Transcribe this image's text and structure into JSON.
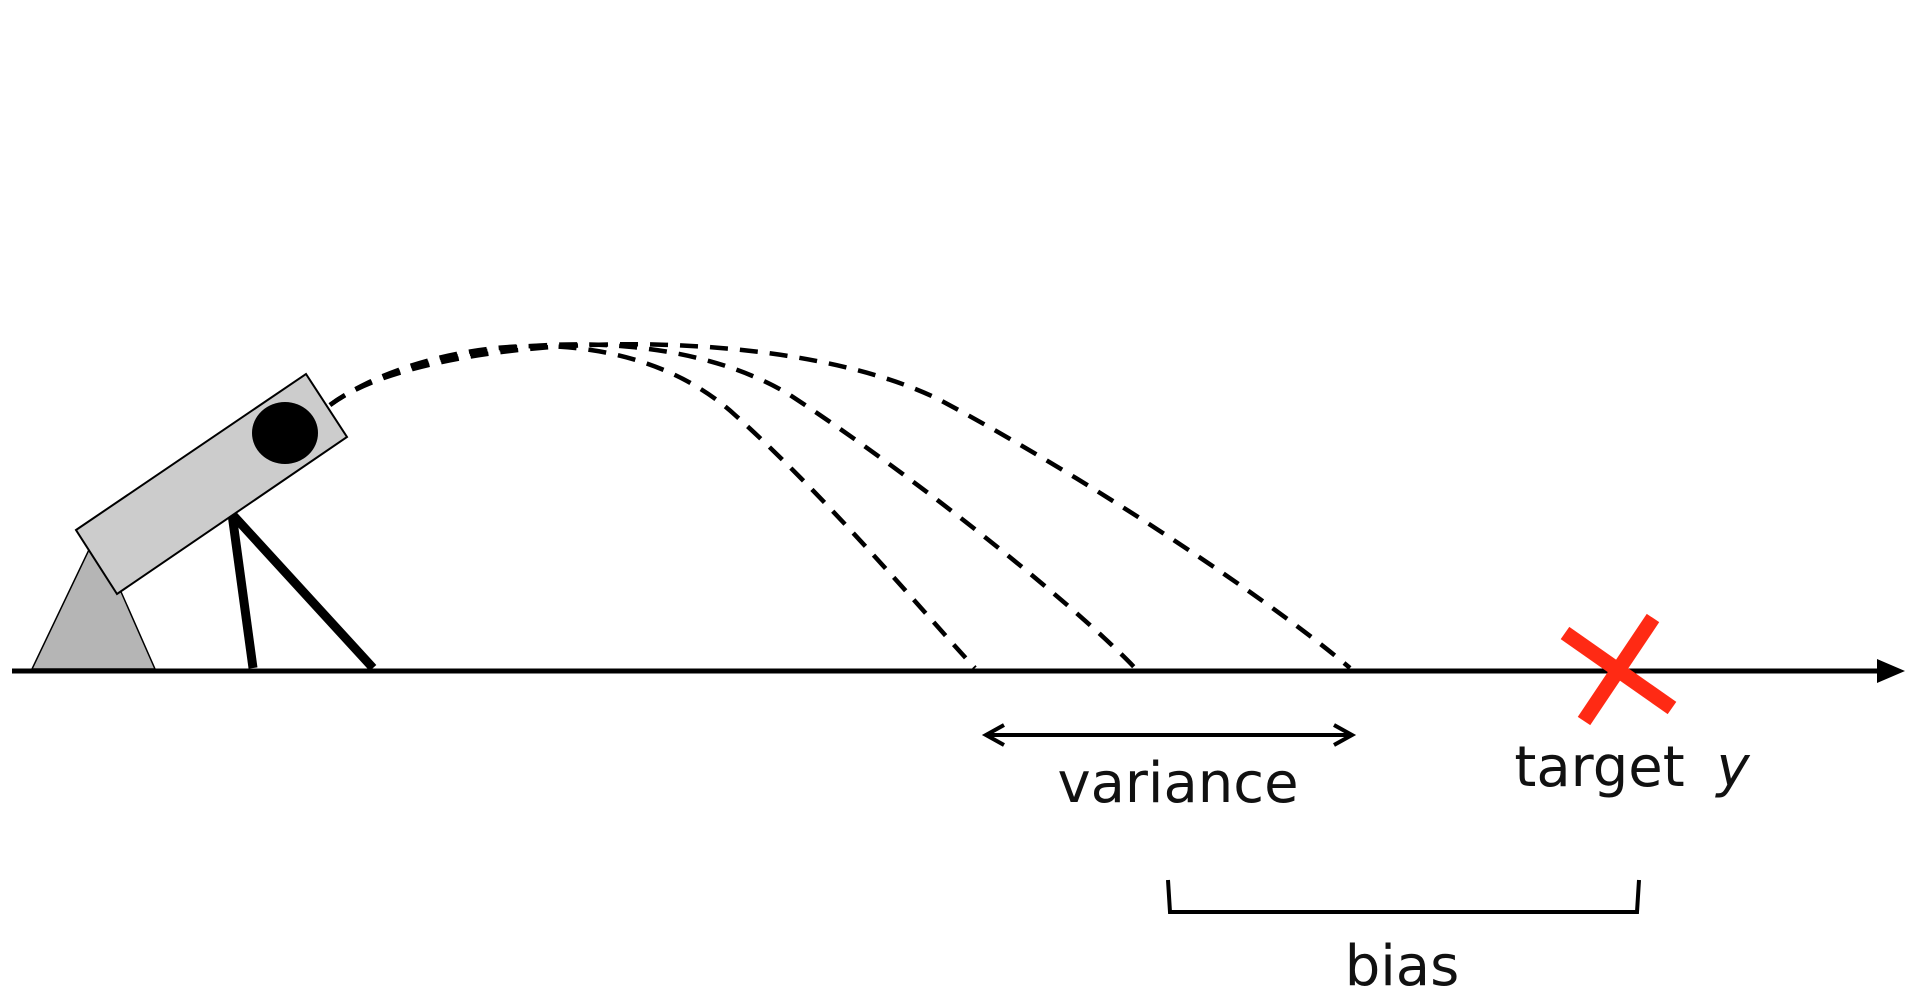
{
  "labels": {
    "variance": "variance",
    "target": "target",
    "target_symbol": "y",
    "bias": "bias"
  },
  "colors": {
    "target_marker": "#ff2a14",
    "cannon_barrel": "#cccccc",
    "cannon_base": "#b5b5b5",
    "ink": "#000000"
  },
  "icons": {
    "cannon": "cannon-icon",
    "target_marker": "red-x-icon",
    "ground_arrow": "arrow-right-icon"
  }
}
